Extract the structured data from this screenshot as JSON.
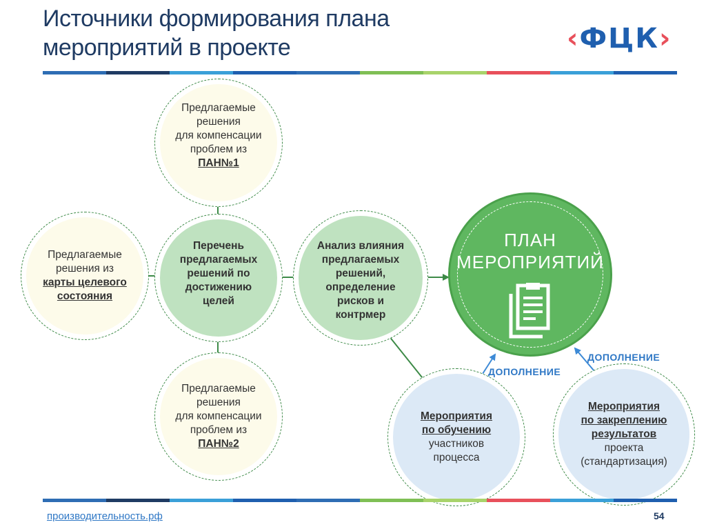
{
  "header": {
    "title_line1": "Источники формирования плана",
    "title_line2": "мероприятий в проекте",
    "logo": {
      "left_bracket": "‹",
      "text": "ФЦК",
      "right_bracket": "›"
    }
  },
  "nodes": {
    "pan1": {
      "lines": [
        "Предлагаемые",
        "решения",
        "для компенсации",
        "проблем из"
      ],
      "highlight": "ПАН№1"
    },
    "target_map": {
      "lines": [
        "Предлагаемые",
        "решения из"
      ],
      "highlight_lines": [
        "карты целевого",
        "состояния"
      ]
    },
    "center": {
      "lines": [
        "Перечень",
        "предлагаемых",
        "решений по",
        "достижению",
        "целей"
      ]
    },
    "pan2": {
      "lines": [
        "Предлагаемые",
        "решения",
        "для компенсации",
        "проблем из"
      ],
      "highlight": "ПАН№2"
    },
    "analysis": {
      "lines": [
        "Анализ влияния",
        "предлагаемых",
        "решений,",
        "определение",
        "рисков и",
        "контрмер"
      ]
    },
    "plan": {
      "title_line1": "ПЛАН",
      "title_line2": "МЕРОПРИЯТИЙ",
      "icon": "clipboard-document-icon"
    },
    "training": {
      "highlight_lines": [
        "Мероприятия",
        "по обучению"
      ],
      "lines": [
        "участников",
        "процесса"
      ]
    },
    "consolidation": {
      "highlight_lines": [
        "Мероприятия",
        "по закреплению",
        "результатов"
      ],
      "lines": [
        "проекта",
        "(стандартизация)"
      ]
    }
  },
  "labels": {
    "addon_left": "ДОПОЛНЕНИЕ",
    "addon_right": "ДОПОЛНЕНИЕ"
  },
  "footer": {
    "link": "производительность.рф",
    "page": "54"
  },
  "colors": {
    "title": "#1f3b63",
    "logo": "#1f5faf",
    "logo_accent": "#e8505b",
    "green_arrow": "#3d8a47",
    "blue_arrow": "#3d8ad6",
    "plan_fill": "#5fb760"
  }
}
